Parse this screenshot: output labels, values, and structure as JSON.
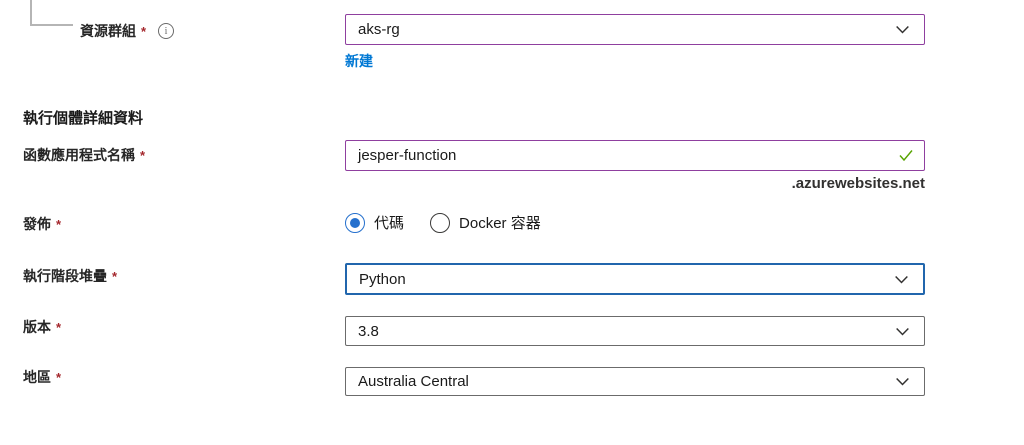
{
  "colors": {
    "accent_blue": "#0078d4",
    "focus_border_blue": "#2166ad",
    "dirty_field_purple": "#8f3f9f",
    "valid_green": "#57a300",
    "required_red": "#a4262c"
  },
  "form": {
    "resource_group": {
      "label": "資源群組",
      "required_marker": "*",
      "value": "aks-rg",
      "create_new_link": "新建"
    },
    "section_header": "執行個體詳細資料",
    "app_name": {
      "label": "函數應用程式名稱",
      "required_marker": "*",
      "value": "jesper-function",
      "domain_suffix": ".azurewebsites.net"
    },
    "publish": {
      "label": "發佈",
      "required_marker": "*",
      "options": [
        {
          "label": "代碼",
          "selected": true
        },
        {
          "label": "Docker 容器",
          "selected": false
        }
      ]
    },
    "runtime_stack": {
      "label": "執行階段堆疊",
      "required_marker": "*",
      "value": "Python"
    },
    "version": {
      "label": "版本",
      "required_marker": "*",
      "value": "3.8"
    },
    "region": {
      "label": "地區",
      "required_marker": "*",
      "value": "Australia Central"
    }
  }
}
